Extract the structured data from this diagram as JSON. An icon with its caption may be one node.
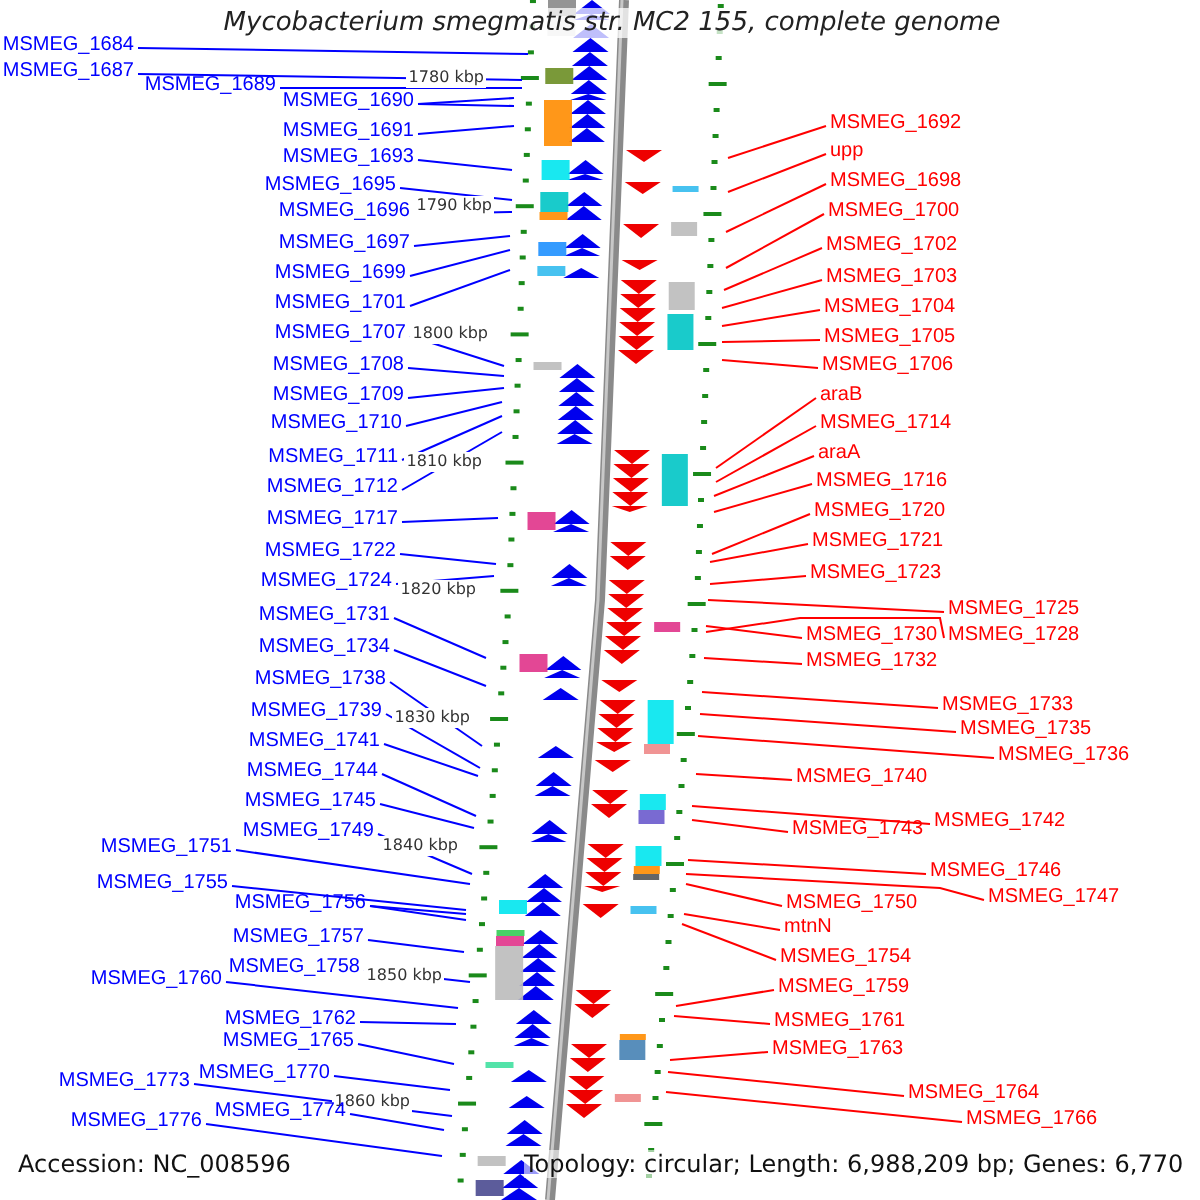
{
  "diagram": {
    "title": "Mycobacterium smegmatis str. MC2 155, complete genome",
    "nodes": [
      {
        "text": [
          "MSMEG_1684"
        ]
      },
      {
        "text": [
          "MSMEG_1687"
        ]
      },
      {
        "text": [
          "MSMEG_1689"
        ]
      },
      {
        "text": [
          "MSMEG_1690"
        ]
      },
      {
        "text": [
          "MSMEG_1691"
        ]
      },
      {
        "text": [
          "MSMEG_1693"
        ]
      },
      {
        "text": [
          "MSMEG_1695"
        ]
      },
      {
        "text": [
          "MSMEG_1696"
        ]
      },
      {
        "text": [
          "MSMEG_1697"
        ]
      },
      {
        "text": [
          "MSMEG_1699"
        ]
      },
      {
        "text": [
          "MSMEG_1701"
        ]
      },
      {
        "text": [
          "MSMEG_1707"
        ]
      },
      {
        "text": [
          "MSMEG_1708"
        ]
      },
      {
        "text": [
          "MSMEG_1709"
        ]
      },
      {
        "text": [
          "MSMEG_1710"
        ]
      },
      {
        "text": [
          "MSMEG_1711"
        ]
      },
      {
        "text": [
          "MSMEG_1712"
        ]
      },
      {
        "text": [
          "MSMEG_1717"
        ]
      },
      {
        "text": [
          "MSMEG_1722"
        ]
      },
      {
        "text": [
          "MSMEG_1724"
        ]
      },
      {
        "text": [
          "MSMEG_1731"
        ]
      },
      {
        "text": [
          "MSMEG_1734"
        ]
      },
      {
        "text": [
          "MSMEG_1738"
        ]
      },
      {
        "text": [
          "MSMEG_1739"
        ]
      },
      {
        "text": [
          "MSMEG_1741"
        ]
      },
      {
        "text": [
          "MSMEG_1744"
        ]
      },
      {
        "text": [
          "MSMEG_1745"
        ]
      },
      {
        "text": [
          "MSMEG_1749"
        ]
      },
      {
        "text": [
          "MSMEG_1751"
        ]
      },
      {
        "text": [
          "MSMEG_1755"
        ]
      },
      {
        "text": [
          "MSMEG_1756"
        ]
      },
      {
        "text": [
          "MSMEG_1757"
        ]
      },
      {
        "text": [
          "MSMEG_1758"
        ]
      },
      {
        "text": [
          "MSMEG_1760"
        ]
      },
      {
        "text": [
          "MSMEG_1762"
        ]
      },
      {
        "text": [
          "MSMEG_1765"
        ]
      },
      {
        "text": [
          "MSMEG_1770"
        ]
      },
      {
        "text": [
          "MSMEG_1773"
        ]
      },
      {
        "text": [
          "MSMEG_1774"
        ]
      },
      {
        "text": [
          "MSMEG_1776"
        ]
      },
      {
        "text": [
          "MSMEG_1692"
        ]
      },
      {
        "text": [
          "upp"
        ]
      },
      {
        "text": [
          "MSMEG_1698"
        ]
      },
      {
        "text": [
          "MSMEG_1700"
        ]
      },
      {
        "text": [
          "MSMEG_1702"
        ]
      },
      {
        "text": [
          "MSMEG_1703"
        ]
      },
      {
        "text": [
          "MSMEG_1704"
        ]
      },
      {
        "text": [
          "MSMEG_1705"
        ]
      },
      {
        "text": [
          "MSMEG_1706"
        ]
      },
      {
        "text": [
          "araB"
        ]
      },
      {
        "text": [
          "MSMEG_1714"
        ]
      },
      {
        "text": [
          "araA"
        ]
      },
      {
        "text": [
          "MSMEG_1716"
        ]
      },
      {
        "text": [
          "MSMEG_1720"
        ]
      },
      {
        "text": [
          "MSMEG_1721"
        ]
      },
      {
        "text": [
          "MSMEG_1723"
        ]
      },
      {
        "text": [
          "MSMEG_1725"
        ]
      },
      {
        "text": [
          "MSMEG_1730"
        ]
      },
      {
        "text": [
          "MSMEG_1728"
        ]
      },
      {
        "text": [
          "MSMEG_1732"
        ]
      },
      {
        "text": [
          "MSMEG_1733"
        ]
      },
      {
        "text": [
          "MSMEG_1735"
        ]
      },
      {
        "text": [
          "MSMEG_1736"
        ]
      },
      {
        "text": [
          "MSMEG_1740"
        ]
      },
      {
        "text": [
          "MSMEG_1742"
        ]
      },
      {
        "text": [
          "MSMEG_1743"
        ]
      },
      {
        "text": [
          "MSMEG_1746"
        ]
      },
      {
        "text": [
          "MSMEG_1747"
        ]
      },
      {
        "text": [
          "MSMEG_1750"
        ]
      },
      {
        "text": [
          "mtnN"
        ]
      },
      {
        "text": [
          "MSMEG_1754"
        ]
      },
      {
        "text": [
          "MSMEG_1759"
        ]
      },
      {
        "text": [
          "MSMEG_1761"
        ]
      },
      {
        "text": [
          "MSMEG_1763"
        ]
      },
      {
        "text": [
          "MSMEG_1764"
        ]
      },
      {
        "text": [
          "MSMEG_1766"
        ]
      }
    ],
    "edges": [
      {
        "from": 0,
        "to": null,
        "arrow": "none"
      },
      {
        "from": 1,
        "to": null,
        "arrow": "none"
      },
      {
        "from": 2,
        "to": null,
        "arrow": "none"
      },
      {
        "from": 3,
        "to": null,
        "arrow": "none"
      },
      {
        "from": 3,
        "to": null,
        "arrow": "none"
      },
      {
        "from": 4,
        "to": null,
        "arrow": "none"
      },
      {
        "from": 5,
        "to": null,
        "arrow": "none"
      },
      {
        "from": 6,
        "to": null,
        "arrow": "none"
      },
      {
        "from": 7,
        "to": null,
        "arrow": "none"
      },
      {
        "from": 8,
        "to": null,
        "arrow": "none"
      },
      {
        "from": 9,
        "to": null,
        "arrow": "none"
      },
      {
        "from": 10,
        "to": null,
        "arrow": "none"
      },
      {
        "from": 11,
        "to": null,
        "arrow": "none"
      },
      {
        "from": 12,
        "to": null,
        "arrow": "none"
      },
      {
        "from": 13,
        "to": null,
        "arrow": "none"
      },
      {
        "from": 14,
        "to": null,
        "arrow": "none"
      },
      {
        "from": 15,
        "to": null,
        "arrow": "none"
      },
      {
        "from": 16,
        "to": null,
        "arrow": "none"
      },
      {
        "from": 17,
        "to": null,
        "arrow": "none"
      },
      {
        "from": 18,
        "to": null,
        "arrow": "none"
      },
      {
        "from": 19,
        "to": null,
        "arrow": "none"
      },
      {
        "from": 20,
        "to": null,
        "arrow": "none"
      },
      {
        "from": 21,
        "to": null,
        "arrow": "none"
      },
      {
        "from": 22,
        "to": null,
        "arrow": "none"
      },
      {
        "from": 23,
        "to": null,
        "arrow": "none"
      },
      {
        "from": 24,
        "to": null,
        "arrow": "none"
      },
      {
        "from": 25,
        "to": null,
        "arrow": "none"
      },
      {
        "from": 26,
        "to": null,
        "arrow": "none"
      },
      {
        "from": 27,
        "to": null,
        "arrow": "none"
      },
      {
        "from": 28,
        "to": null,
        "arrow": "none"
      },
      {
        "from": 29,
        "to": null,
        "arrow": "none"
      },
      {
        "from": 30,
        "to": null,
        "arrow": "none"
      },
      {
        "from": 30,
        "to": null,
        "arrow": "none"
      },
      {
        "from": 31,
        "to": null,
        "arrow": "none"
      },
      {
        "from": 32,
        "to": null,
        "arrow": "none"
      },
      {
        "from": 33,
        "to": null,
        "arrow": "none"
      },
      {
        "from": 34,
        "to": null,
        "arrow": "none"
      },
      {
        "from": 35,
        "to": null,
        "arrow": "none"
      },
      {
        "from": 36,
        "to": null,
        "arrow": "none"
      },
      {
        "from": 37,
        "to": null,
        "arrow": "none"
      },
      {
        "from": 38,
        "to": null,
        "arrow": "none"
      },
      {
        "from": 39,
        "to": null,
        "arrow": "none"
      },
      {
        "from": 40,
        "to": null,
        "arrow": "none",
        "color": "#ff0000"
      },
      {
        "from": 41,
        "to": null,
        "arrow": "none",
        "color": "#ff0000"
      },
      {
        "from": 42,
        "to": null,
        "arrow": "none",
        "color": "#ff0000"
      },
      {
        "from": 43,
        "to": null,
        "arrow": "none",
        "color": "#ff0000"
      },
      {
        "from": 44,
        "to": null,
        "arrow": "none",
        "color": "#ff0000"
      },
      {
        "from": 45,
        "to": null,
        "arrow": "none",
        "color": "#ff0000"
      },
      {
        "from": 46,
        "to": null,
        "arrow": "none",
        "color": "#ff0000"
      },
      {
        "from": 47,
        "to": null,
        "arrow": "none",
        "color": "#ff0000"
      },
      {
        "from": 48,
        "to": null,
        "arrow": "none",
        "color": "#ff0000"
      },
      {
        "from": 49,
        "to": null,
        "arrow": "none",
        "color": "#ff0000"
      },
      {
        "from": 50,
        "to": null,
        "arrow": "none",
        "color": "#ff0000"
      },
      {
        "from": 51,
        "to": null,
        "arrow": "none",
        "color": "#ff0000"
      },
      {
        "from": 52,
        "to": null,
        "arrow": "none",
        "color": "#ff0000"
      },
      {
        "from": 53,
        "to": null,
        "arrow": "none",
        "color": "#ff0000"
      },
      {
        "from": 54,
        "to": null,
        "arrow": "none",
        "color": "#ff0000"
      },
      {
        "from": 55,
        "to": null,
        "arrow": "none",
        "color": "#ff0000"
      },
      {
        "from": 56,
        "to": null,
        "arrow": "none",
        "color": "#ff0000"
      },
      {
        "from": 57,
        "to": null,
        "arrow": "none",
        "color": "#ff0000"
      },
      {
        "from": 58,
        "to": null,
        "arrow": "none",
        "color": "#ff0000"
      },
      {
        "from": 59,
        "to": null,
        "arrow": "none",
        "color": "#ff0000"
      },
      {
        "from": 60,
        "to": null,
        "arrow": "none",
        "color": "#ff0000"
      },
      {
        "from": 61,
        "to": null,
        "arrow": "none",
        "color": "#ff0000"
      },
      {
        "from": 62,
        "to": null,
        "arrow": "none",
        "color": "#ff0000"
      },
      {
        "from": 63,
        "to": null,
        "arrow": "none",
        "color": "#ff0000"
      },
      {
        "from": 64,
        "to": null,
        "arrow": "none",
        "color": "#ff0000"
      },
      {
        "from": 65,
        "to": null,
        "arrow": "none",
        "color": "#ff0000"
      },
      {
        "from": 66,
        "to": null,
        "arrow": "none",
        "color": "#ff0000"
      },
      {
        "from": 67,
        "to": null,
        "arrow": "none",
        "color": "#ff0000"
      },
      {
        "from": 68,
        "to": null,
        "arrow": "none",
        "color": "#ff0000"
      },
      {
        "from": 69,
        "to": null,
        "arrow": "none",
        "color": "#ff0000"
      },
      {
        "from": 70,
        "to": null,
        "arrow": "none",
        "color": "#ff0000"
      },
      {
        "from": 71,
        "to": null,
        "arrow": "none",
        "color": "#ff0000"
      },
      {
        "from": 72,
        "to": null,
        "arrow": "none",
        "color": "#ff0000"
      },
      {
        "from": 73,
        "to": null,
        "arrow": "none",
        "color": "#ff0000"
      },
      {
        "from": 74,
        "to": null,
        "arrow": "none",
        "color": "#ff0000"
      },
      {
        "from": 75,
        "to": null,
        "arrow": "none",
        "color": "#ff0000"
      }
    ],
    "labels": [
      "1780 kbp",
      "1790 kbp",
      "1800 kbp",
      "1810 kbp",
      "1820 kbp",
      "1830 kbp",
      "1840 kbp",
      "1850 kbp",
      "1860 kbp",
      "Accession: NC_008596",
      "Topology: circular; Length: 6,988,209 bp; Genes: 6,770"
    ]
  }
}
